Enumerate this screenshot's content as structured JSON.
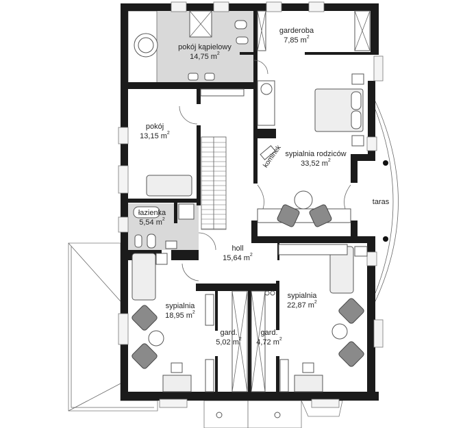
{
  "rooms": [
    {
      "id": "bathroom",
      "name": "pokój kąpielowy",
      "area": "14,75 m",
      "unit_sup": "2"
    },
    {
      "id": "wardrobe",
      "name": "garderoba",
      "area": "7,85 m",
      "unit_sup": "2"
    },
    {
      "id": "room",
      "name": "pokój",
      "area": "13,15 m",
      "unit_sup": "2"
    },
    {
      "id": "master",
      "name": "sypialnia rodziców",
      "area": "33,52 m",
      "unit_sup": "2"
    },
    {
      "id": "fireplace",
      "name": "kominek"
    },
    {
      "id": "terrace",
      "name": "taras"
    },
    {
      "id": "small-bath",
      "name": "łazienka",
      "area": "5,54 m",
      "unit_sup": "2"
    },
    {
      "id": "hall",
      "name": "holl",
      "area": "15,64 m",
      "unit_sup": "2"
    },
    {
      "id": "bed-left",
      "name": "sypialnia",
      "area": "18,95 m",
      "unit_sup": "2"
    },
    {
      "id": "bed-right",
      "name": "sypialnia",
      "area": "22,87 m",
      "unit_sup": "2"
    },
    {
      "id": "closet-left",
      "name": "gard.",
      "area": "5,02 m",
      "unit_sup": "2"
    },
    {
      "id": "closet-right",
      "name": "gard.",
      "area": "4,72 m",
      "unit_sup": "2"
    }
  ],
  "colors": {
    "wall": "#1b1b1b",
    "wet_floor": "#d9d9d9",
    "armchair": "#8a8a8a"
  }
}
